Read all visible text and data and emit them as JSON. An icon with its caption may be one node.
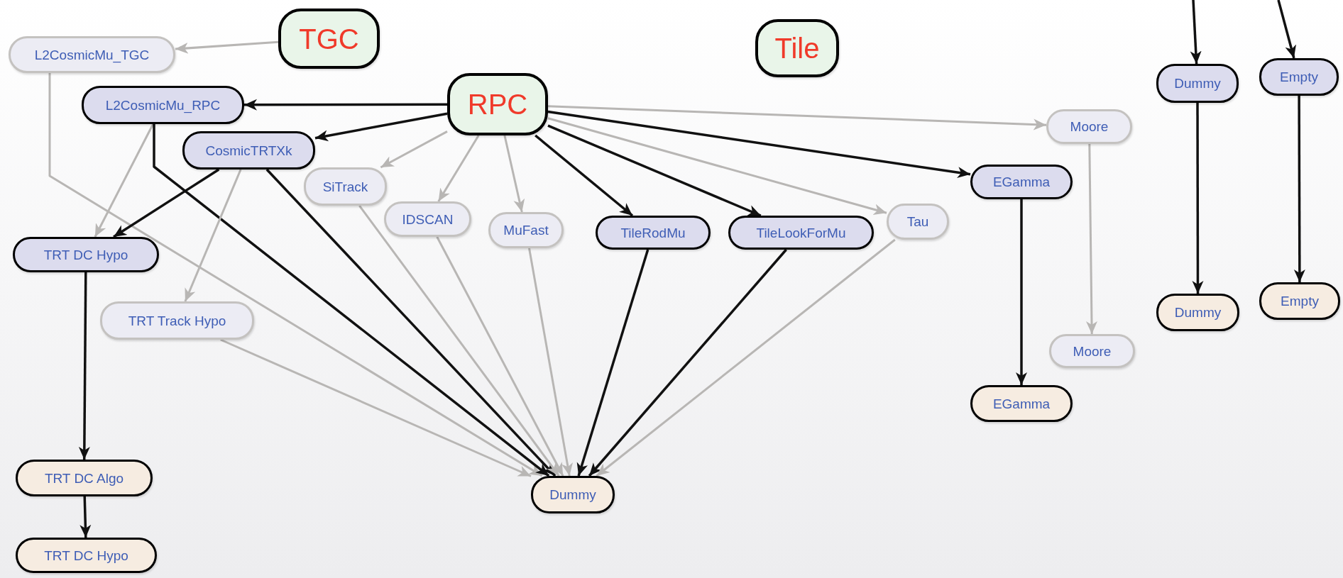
{
  "diagram": {
    "nodes": [
      {
        "text": [
          "TGC"
        ]
      },
      {
        "text": [
          "Tile"
        ]
      },
      {
        "text": [
          "RPC"
        ]
      },
      {
        "text": [
          "L2CosmicMu_TGC"
        ]
      },
      {
        "text": [
          "L2CosmicMu_RPC"
        ]
      },
      {
        "text": [
          "CosmicTRTXk"
        ]
      },
      {
        "text": [
          "SiTrack"
        ]
      },
      {
        "text": [
          "IDSCAN"
        ]
      },
      {
        "text": [
          "MuFast"
        ]
      },
      {
        "text": [
          "TileRodMu"
        ]
      },
      {
        "text": [
          "TileLookForMu"
        ]
      },
      {
        "text": [
          "Tau"
        ]
      },
      {
        "text": [
          "Moore"
        ]
      },
      {
        "text": [
          "EGamma"
        ]
      },
      {
        "text": [
          "Moore"
        ]
      },
      {
        "text": [
          "EGamma"
        ]
      },
      {
        "text": [
          "TRT DC Hypo"
        ]
      },
      {
        "text": [
          "TRT Track Hypo"
        ]
      },
      {
        "text": [
          "TRT DC Algo"
        ]
      },
      {
        "text": [
          "TRT DC Hypo"
        ]
      },
      {
        "text": [
          "Dummy"
        ]
      },
      {
        "text": [
          "Dummy"
        ]
      },
      {
        "text": [
          "Empty"
        ]
      },
      {
        "text": [
          "Dummy"
        ]
      },
      {
        "text": [
          "Empty"
        ]
      }
    ],
    "edges": [
      {
        "from": 0,
        "to": 3,
        "arrow": "to",
        "color": "#b8b6b4"
      },
      {
        "from": 2,
        "to": 4,
        "arrow": "to"
      },
      {
        "from": 2,
        "to": 5,
        "arrow": "to"
      },
      {
        "from": 2,
        "to": 6,
        "arrow": "to",
        "color": "#b8b6b4"
      },
      {
        "from": 2,
        "to": 7,
        "arrow": "to",
        "color": "#b8b6b4"
      },
      {
        "from": 2,
        "to": 8,
        "arrow": "to",
        "color": "#b8b6b4"
      },
      {
        "from": 2,
        "to": 9,
        "arrow": "to"
      },
      {
        "from": 2,
        "to": 10,
        "arrow": "to"
      },
      {
        "from": 2,
        "to": 11,
        "arrow": "to",
        "color": "#b8b6b4"
      },
      {
        "from": 2,
        "to": 12,
        "arrow": "to",
        "color": "#b8b6b4"
      },
      {
        "from": 2,
        "to": 13,
        "arrow": "to"
      },
      {
        "from": 3,
        "to": 20,
        "arrow": "to",
        "color": "#b8b6b4"
      },
      {
        "from": 4,
        "to": 16,
        "arrow": "to",
        "color": "#b8b6b4"
      },
      {
        "from": 4,
        "to": 20,
        "arrow": "to"
      },
      {
        "from": 5,
        "to": 16,
        "arrow": "to"
      },
      {
        "from": 5,
        "to": 17,
        "arrow": "to",
        "color": "#b8b6b4"
      },
      {
        "from": 5,
        "to": 20,
        "arrow": "to"
      },
      {
        "from": 6,
        "to": 20,
        "arrow": "to",
        "color": "#b8b6b4"
      },
      {
        "from": 7,
        "to": 20,
        "arrow": "to",
        "color": "#b8b6b4"
      },
      {
        "from": 8,
        "to": 20,
        "arrow": "to",
        "color": "#b8b6b4"
      },
      {
        "from": 9,
        "to": 20,
        "arrow": "to"
      },
      {
        "from": 10,
        "to": 20,
        "arrow": "to"
      },
      {
        "from": 11,
        "to": 20,
        "arrow": "to",
        "color": "#b8b6b4"
      },
      {
        "from": 17,
        "to": 20,
        "arrow": "to",
        "color": "#b8b6b4"
      },
      {
        "from": 16,
        "to": 18,
        "arrow": "to"
      },
      {
        "from": 18,
        "to": 19,
        "arrow": "to"
      },
      {
        "from": 13,
        "to": 15,
        "arrow": "to"
      },
      {
        "from": 12,
        "to": 14,
        "arrow": "to",
        "color": "#b8b6b4"
      },
      {
        "from": null,
        "to": 21,
        "arrow": "to"
      },
      {
        "from": null,
        "to": 22,
        "arrow": "to"
      },
      {
        "from": 21,
        "to": 23,
        "arrow": "to"
      },
      {
        "from": 22,
        "to": 24,
        "arrow": "to"
      }
    ]
  }
}
